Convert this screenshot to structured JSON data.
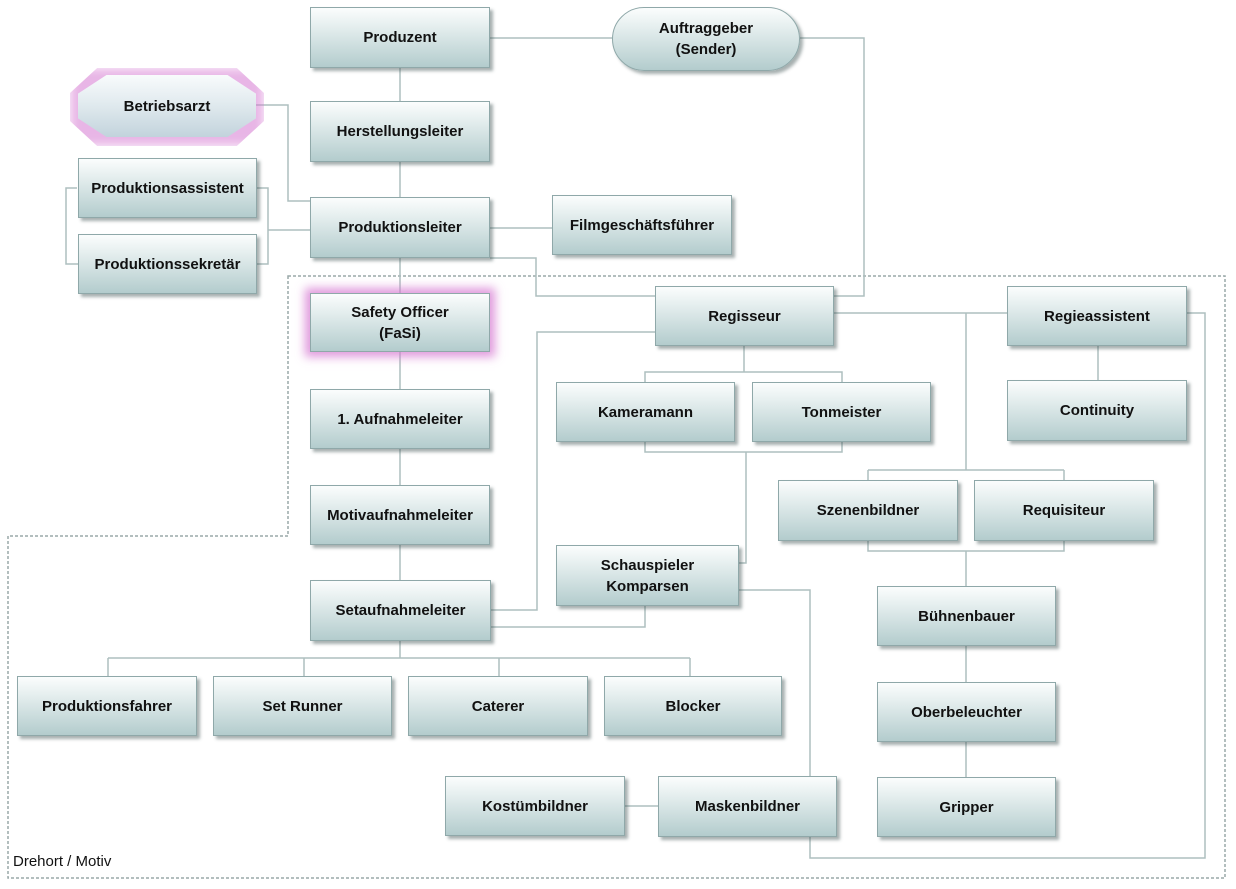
{
  "zone": {
    "label": "Drehort / Motiv"
  },
  "nodes": {
    "produzent": "Produzent",
    "auftraggeber": "Auftraggeber\n(Sender)",
    "betriebsarzt": "Betriebsarzt",
    "herstellungsleiter": "Herstellungsleiter",
    "produktionsassistent": "Produktionsassistent",
    "produktionssekretaer": "Produktionssekretär",
    "produktionsleiter": "Produktionsleiter",
    "filmgeschaeftsfuehrer": "Filmgeschäftsführer",
    "safety_officer": "Safety Officer\n(FaSi)",
    "regisseur": "Regisseur",
    "regieassistent": "Regieassistent",
    "aufnahmeleiter_1": "1. Aufnahmeleiter",
    "kameramann": "Kameramann",
    "tonmeister": "Tonmeister",
    "continuity": "Continuity",
    "motivaufnahmeleiter": "Motivaufnahmeleiter",
    "szenenbildner": "Szenenbildner",
    "requisiteur": "Requisiteur",
    "schauspieler": "Schauspieler\nKomparsen",
    "setaufnahmeleiter": "Setaufnahmeleiter",
    "buehnenbauer": "Bühnenbauer",
    "produktionsfahrer": "Produktionsfahrer",
    "set_runner": "Set Runner",
    "caterer": "Caterer",
    "blocker": "Blocker",
    "oberbeleuchter": "Oberbeleuchter",
    "kostuembildner": "Kostümbildner",
    "maskenbildner": "Maskenbildner",
    "gripper": "Gripper"
  }
}
